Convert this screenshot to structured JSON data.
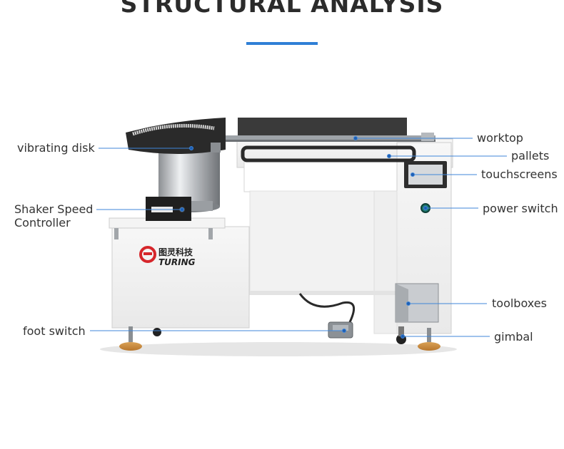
{
  "header": {
    "title": "STRUCTURAL ANALYSIS",
    "accent_color": "#2f7fd6"
  },
  "brand": {
    "chinese": "图灵科技",
    "latin": "TURING",
    "color": "#d6262b"
  },
  "callouts": [
    {
      "id": "worktop",
      "text": "worktop",
      "side": "right"
    },
    {
      "id": "pallets",
      "text": "pallets",
      "side": "right"
    },
    {
      "id": "touchscreens",
      "text": "touchscreens",
      "side": "right"
    },
    {
      "id": "power-switch",
      "text": "power switch",
      "side": "right"
    },
    {
      "id": "toolboxes",
      "text": "toolboxes",
      "side": "right"
    },
    {
      "id": "gimbal",
      "text": "gimbal",
      "side": "right"
    },
    {
      "id": "vibrating-disk",
      "text": "vibrating disk",
      "side": "left"
    },
    {
      "id": "shaker-speed-controller",
      "text": "Shaker Speed\nController",
      "side": "left"
    },
    {
      "id": "foot-switch",
      "text": "foot switch",
      "side": "left"
    }
  ],
  "line_color": "#3f86d9"
}
